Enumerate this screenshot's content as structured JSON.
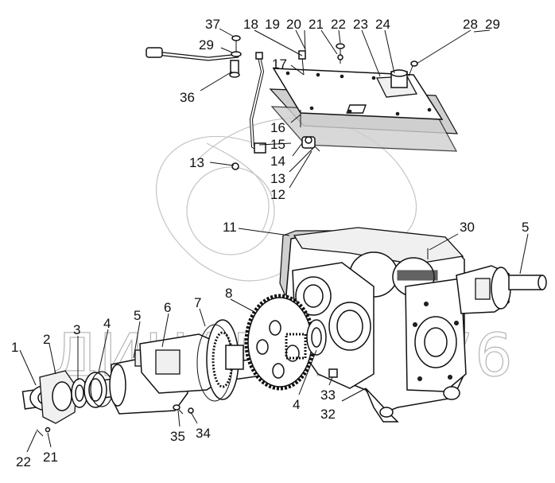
{
  "diagram": {
    "watermark": "ДИНАМИКА 76",
    "callouts": [
      "1",
      "2",
      "3",
      "4",
      "5",
      "6",
      "7",
      "8",
      "4",
      "33",
      "32",
      "35",
      "34",
      "22",
      "21",
      "11",
      "30",
      "5",
      "13",
      "12",
      "13",
      "14",
      "15",
      "16",
      "17",
      "18",
      "19",
      "20",
      "21",
      "22",
      "23",
      "24",
      "28",
      "29",
      "37",
      "29",
      "36"
    ]
  }
}
